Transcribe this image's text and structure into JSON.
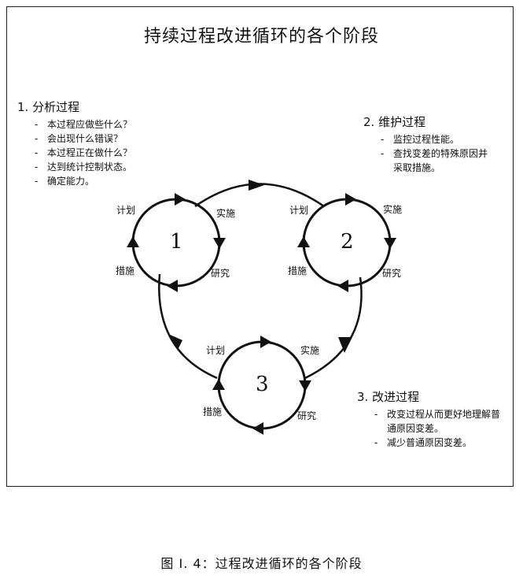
{
  "title": "持续过程改进循环的各个阶段",
  "caption": "图 I. 4：过程改进循环的各个阶段",
  "sections": [
    {
      "heading": "1. 分析过程",
      "items": [
        "本过程应做些什么？",
        "会出现什么错误？",
        "本过程正在做什么？",
        "达到统计控制状态。",
        "确定能力。"
      ]
    },
    {
      "heading": "2. 维护过程",
      "items": [
        "监控过程性能。",
        "查找变差的特殊原因并采取措施。"
      ]
    },
    {
      "heading": "3. 改进过程",
      "items": [
        "改变过程从而更好地理解普通原因变差。",
        "减少普通原因变差。"
      ]
    }
  ],
  "cycles": [
    {
      "number": "1",
      "plan": "计划",
      "do": "实施",
      "study": "研究",
      "act": "措施"
    },
    {
      "number": "2",
      "plan": "计划",
      "do": "实施",
      "study": "研究",
      "act": "措施"
    },
    {
      "number": "3",
      "plan": "计划",
      "do": "实施",
      "study": "研究",
      "act": "措施"
    }
  ]
}
